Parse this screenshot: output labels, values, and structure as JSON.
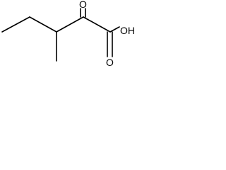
{
  "molecule": {
    "atom_labels": {
      "carbonyl_oxygen": "O",
      "hydroxyl": "OH",
      "acid_carbonyl_oxygen": "O"
    }
  }
}
